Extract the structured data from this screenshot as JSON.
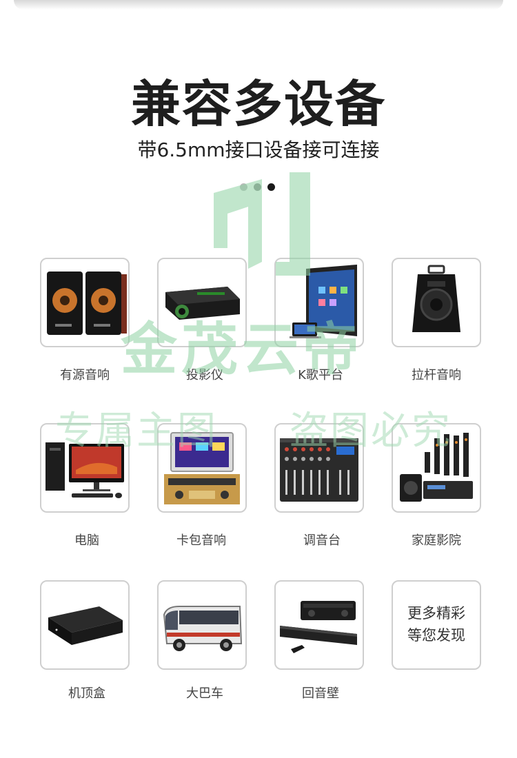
{
  "header": {
    "title": "兼容多设备",
    "subtitle": "带6.5mm接口设备接可连接"
  },
  "carousel": {
    "dot_count": 3,
    "active_index": 3
  },
  "watermark": {
    "brand": "金茂云帝",
    "left_text": "专属主图",
    "right_text": "盗图必究",
    "color": "#8fd3a4"
  },
  "devices": [
    {
      "label": "有源音响",
      "icon": "speakers-icon"
    },
    {
      "label": "投影仪",
      "icon": "projector-icon"
    },
    {
      "label": "K歌平台",
      "icon": "karaoke-screen-icon"
    },
    {
      "label": "拉杆音响",
      "icon": "trolley-speaker-icon"
    },
    {
      "label": "电脑",
      "icon": "computer-icon"
    },
    {
      "label": "卡包音响",
      "icon": "cabinet-speaker-icon"
    },
    {
      "label": "调音台",
      "icon": "mixer-icon"
    },
    {
      "label": "家庭影院",
      "icon": "home-theater-icon"
    },
    {
      "label": "机顶盒",
      "icon": "set-top-box-icon"
    },
    {
      "label": "大巴车",
      "icon": "bus-icon"
    },
    {
      "label": "回音壁",
      "icon": "soundbar-icon"
    }
  ],
  "more": {
    "line1": "更多精彩",
    "line2": "等您发现"
  }
}
